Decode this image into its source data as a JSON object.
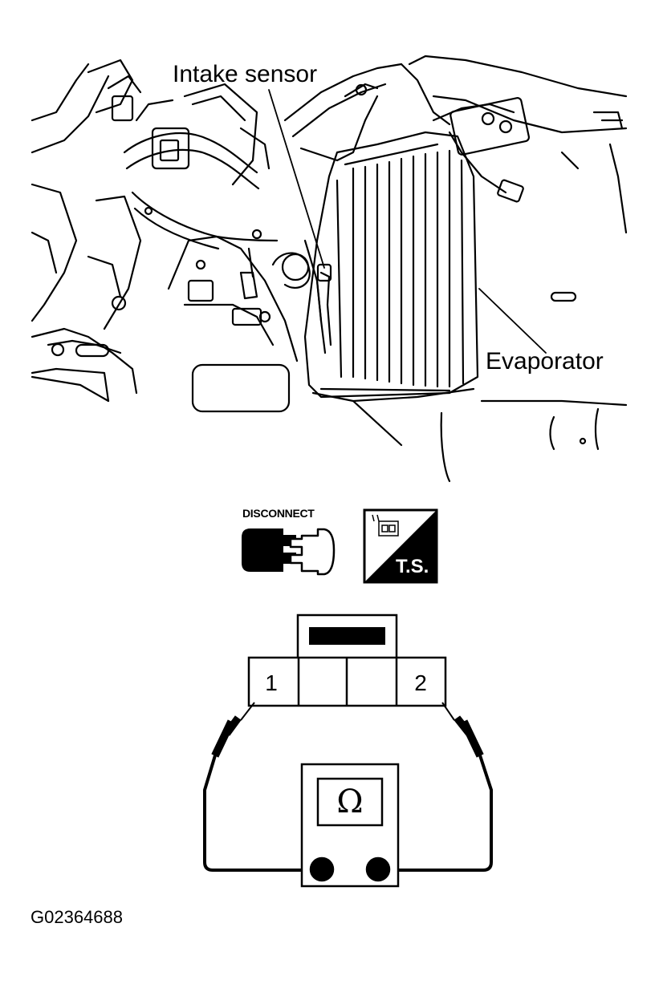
{
  "callouts": {
    "intake_sensor": "Intake sensor",
    "evaporator": "Evaporator"
  },
  "icons": {
    "disconnect_label": "DISCONNECT",
    "disconnect_icon": "connector-disconnect-icon",
    "ts_label": "T.S.",
    "ts_icon": "tester-icon"
  },
  "connector": {
    "pin_left": "1",
    "pin_right": "2"
  },
  "meter": {
    "unit_symbol": "Ω"
  },
  "figure_id": "G02364688",
  "colors": {
    "line": "#000000",
    "background": "#ffffff"
  }
}
